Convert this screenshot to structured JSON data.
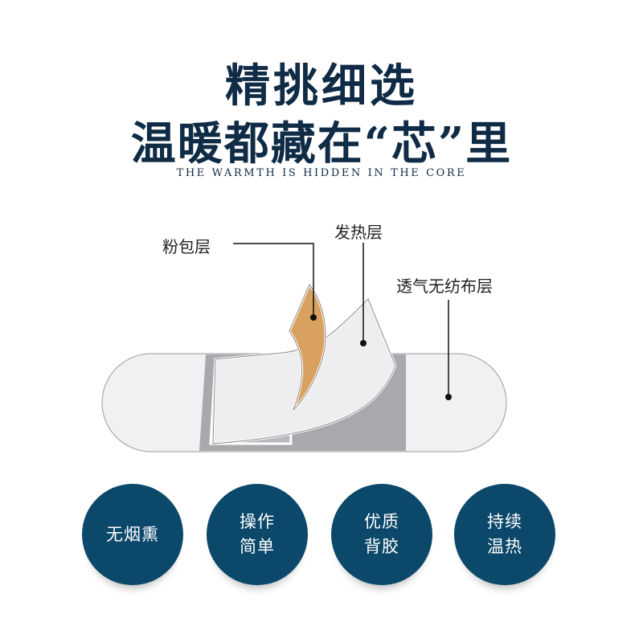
{
  "header": {
    "title_line1": "精挑细选",
    "title_line2": "温暖都藏在“芯”里",
    "subtitle": "THE WARMTH IS HIDDEN IN THE CORE"
  },
  "diagram": {
    "labels": {
      "powder_layer": "粉包层",
      "heating_layer": "发热层",
      "nonwoven_layer": "透气无纺布层"
    },
    "colors": {
      "powder": "#d9a160",
      "band": "#a9a8ad",
      "heat_spot": "#e88a96"
    }
  },
  "features": [
    {
      "lines": [
        "无烟熏"
      ]
    },
    {
      "lines": [
        "操作",
        "简单"
      ]
    },
    {
      "lines": [
        "优质",
        "背胶"
      ]
    },
    {
      "lines": [
        "持续",
        "温热"
      ]
    }
  ],
  "colors": {
    "title": "#102b45",
    "circle": "#0b486a"
  }
}
